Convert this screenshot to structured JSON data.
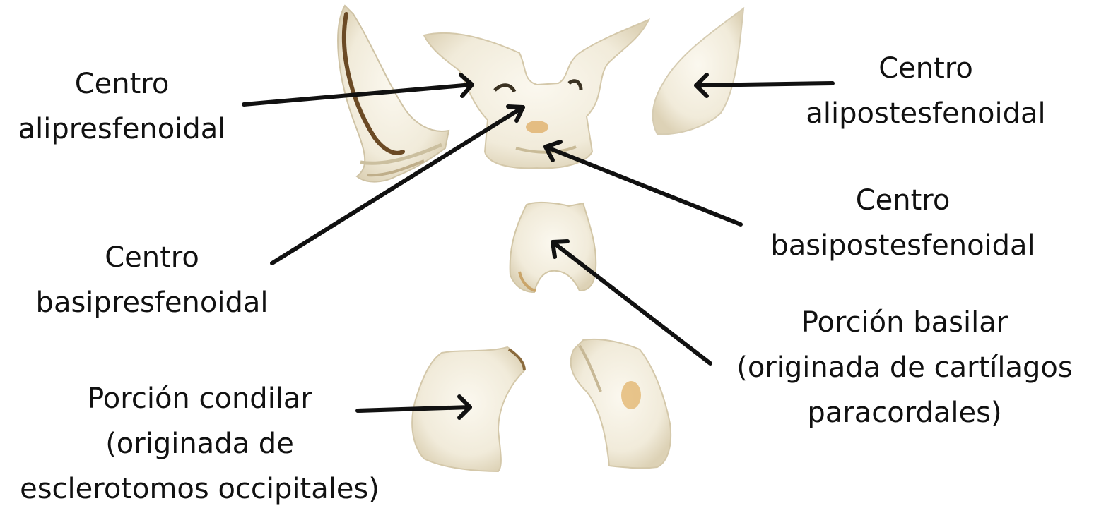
{
  "labels": {
    "alipresfenoidal": {
      "line1": "Centro",
      "line2": "alipresfenoidal"
    },
    "alipostesfenoidal": {
      "line1": "Centro",
      "line2": "alipostesfenoidal"
    },
    "basipostesfenoidal": {
      "line1": "Centro",
      "line2": "basipostesfenoidal"
    },
    "basipresfenoidal": {
      "line1": "Centro",
      "line2": "basipresfenoidal"
    },
    "porcion_basilar": {
      "line1": "Porción basilar",
      "line2": "(originada de cartílagos",
      "line3": "paracordales)"
    },
    "porcion_condilar": {
      "line1": "Porción condilar",
      "line2": "(originada de",
      "line3": "esclerotomos occipitales)"
    }
  },
  "colors": {
    "bone": "#f3eee0",
    "bone_shadow": "#d9cfb6",
    "bone_dark": "#8a6a3c",
    "bone_spot": "#e2b36a",
    "arrow": "#111111",
    "text": "#111111",
    "background": "#ffffff"
  }
}
